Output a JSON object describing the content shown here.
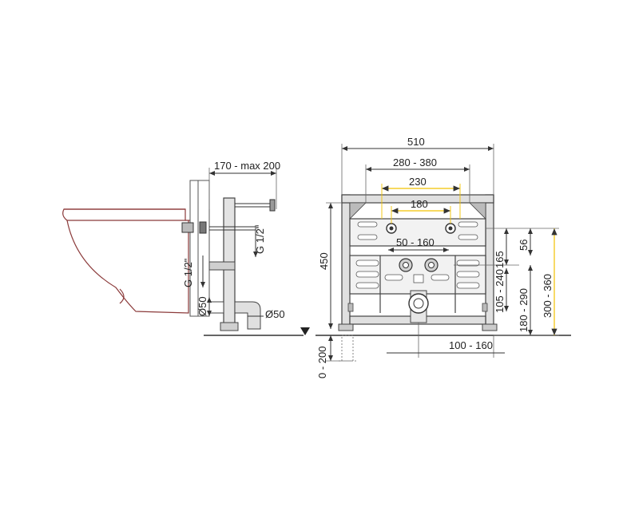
{
  "colors": {
    "line": "#333333",
    "thin": "#666666",
    "bidet": "#8b3a3a",
    "frame_fill": "#d9d9d9",
    "frame_dark": "#9a9a9a",
    "dim_yellow": "#f2c200",
    "floor": "#333333"
  },
  "side_view": {
    "dim_top": "170 - max 200",
    "thread_left": "G 1/2\"",
    "thread_right": "G 1/2\"",
    "pipe_left": "Ø50",
    "pipe_right": "Ø50"
  },
  "front_view": {
    "width_total": "510",
    "width_mount": "280 - 380",
    "width_inner": "230",
    "width_studs": "180",
    "width_supply": "50 - 160",
    "height_total": "450",
    "dim_56": "56",
    "dim_165": "165",
    "dim_105_240": "105 - 240",
    "dim_180_290": "180 - 290",
    "dim_300_360": "300 - 360",
    "dim_100_160": "100 - 160",
    "dim_0_200": "0 - 200"
  }
}
